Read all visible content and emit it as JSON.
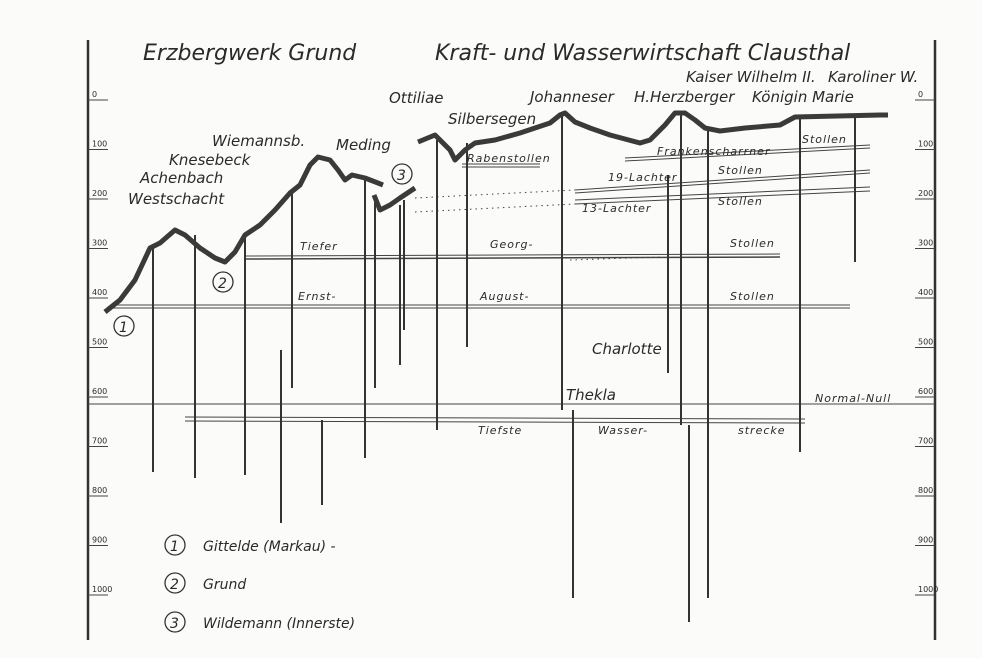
{
  "title_left": "Erzbergwerk Grund",
  "title_right": "Kraft- und Wasserwirtschaft Clausthal",
  "depth_ticks": [
    "0",
    "100",
    "200",
    "300",
    "400",
    "500",
    "600",
    "700",
    "800",
    "900",
    "1000"
  ],
  "shafts": [
    "Westschacht",
    "Achenbach",
    "Knesebeck",
    "Wiemannsb.",
    "Meding",
    "Ottiliae",
    "Silbersegen",
    "Johanneser",
    "H.Herzberger",
    "Kaiser Wilhelm II.",
    "Königin Marie",
    "Karoliner W."
  ],
  "adits": {
    "tiefer": "Tiefer",
    "georg": "Georg-",
    "stollen1": "Stollen",
    "ernst": "Ernst-",
    "august": "August-",
    "stollen2": "Stollen",
    "rabenstollen": "Rabenstollen",
    "franken": "Frankenscharrner",
    "stollen3": "Stollen",
    "lachter19": "19-Lachter",
    "stollen4": "Stollen",
    "lachter13": "13-Lachter",
    "stollen5": "Stollen",
    "charlotte": "Charlotte",
    "thekla": "Thekla",
    "normal_null": "Normal-Null",
    "tiefste": "Tiefste",
    "wasser": "Wasser-",
    "strecke": "strecke"
  },
  "markers": [
    "1",
    "2",
    "3"
  ],
  "legend": [
    {
      "num": "1",
      "label": "Gittelde (Markau) -"
    },
    {
      "num": "2",
      "label": "Grund"
    },
    {
      "num": "3",
      "label": "Wildemann (Innerste)"
    }
  ]
}
